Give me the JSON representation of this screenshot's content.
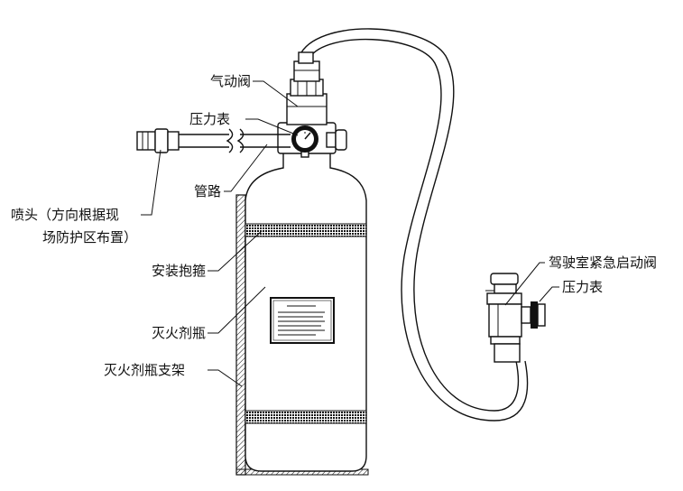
{
  "labels": {
    "pneumatic_valve": "气动阀",
    "pressure_gauge": "压力表",
    "pipe": "管路",
    "nozzle_line1": "喷头（方向根据现",
    "nozzle_line2": "场防护区布置）",
    "mounting_clamp": "安装抱箍",
    "extinguisher_bottle": "灭火剂瓶",
    "bottle_bracket": "灭火剂瓶支架",
    "cab_emergency_valve": "驾驶室紧急启动阀",
    "cab_pressure_gauge": "压力表"
  }
}
